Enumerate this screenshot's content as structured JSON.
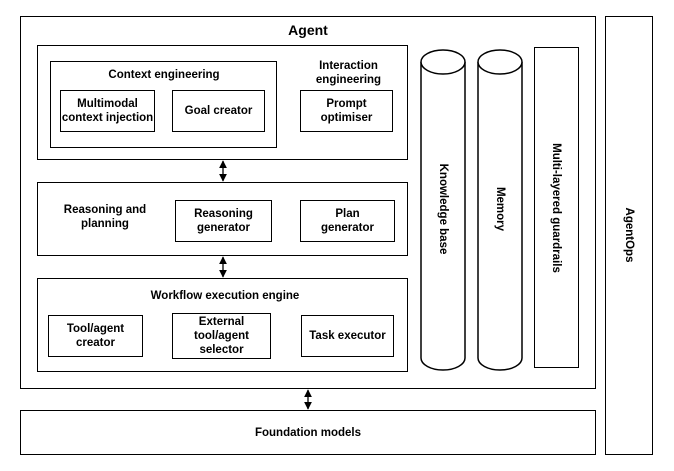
{
  "agent": {
    "title": "Agent"
  },
  "context_engineering": {
    "title": "Context engineering",
    "multimodal": "Multimodal\ncontext injection",
    "goal_creator": "Goal creator"
  },
  "interaction_engineering": {
    "title": "Interaction\nengineering",
    "prompt_optimiser": "Prompt\noptimiser"
  },
  "reasoning_planning": {
    "title": "Reasoning and\nplanning",
    "reasoning_generator": "Reasoning\ngenerator",
    "plan_generator": "Plan\ngenerator"
  },
  "workflow": {
    "title": "Workflow execution engine",
    "tool_agent_creator": "Tool/agent\ncreator",
    "external_selector": "External\ntool/agent\nselector",
    "task_executor": "Task executor"
  },
  "knowledge_base": "Knowledge base",
  "memory": "Memory",
  "guardrails": "Multi-layered guardrails",
  "agentops": "AgentOps",
  "foundation_models": "Foundation models"
}
